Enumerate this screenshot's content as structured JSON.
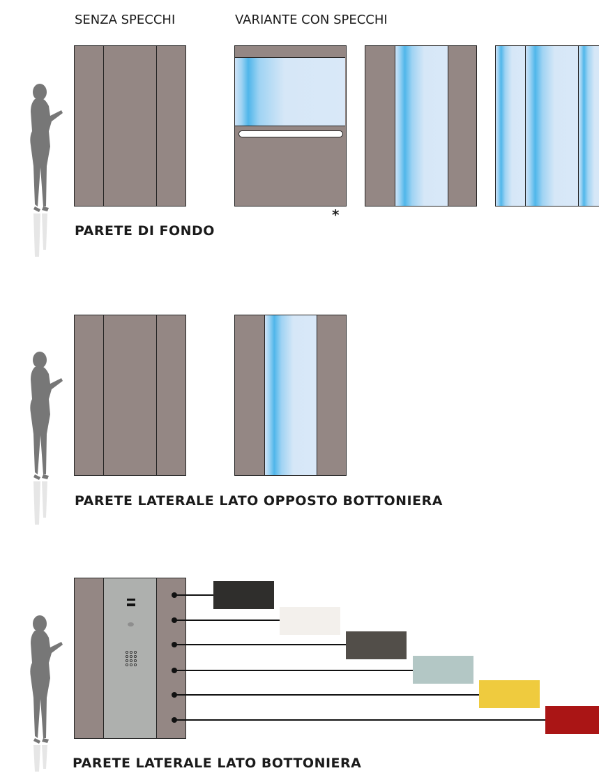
{
  "headers": {
    "without_mirrors": "SENZA SPECCHI",
    "with_mirrors": "VARIANTE CON SPECCHI"
  },
  "sections": {
    "back_wall": "PARETE DI FONDO",
    "side_wall_opposite": "PARETE LATERALE LATO OPPOSTO BOTTONIERA",
    "side_wall_panel": "PARETE LATERALE LATO BOTTONIERA"
  },
  "footnote_mark": "*",
  "colors": {
    "panel": "#948784",
    "mirror_light": "#d9e8f8",
    "mirror_accent": "#4fb6ea",
    "cop_panel": "#aeb0ae",
    "silhouette": "#777777"
  },
  "swatches": [
    {
      "name": "swatch-black",
      "color": "#2f2e2c"
    },
    {
      "name": "swatch-white",
      "color": "#f3f0ec"
    },
    {
      "name": "swatch-dark-grey",
      "color": "#524e49"
    },
    {
      "name": "swatch-light-blue-grey",
      "color": "#b3c7c5"
    },
    {
      "name": "swatch-yellow",
      "color": "#efcb3e"
    },
    {
      "name": "swatch-red",
      "color": "#aa1515"
    }
  ]
}
